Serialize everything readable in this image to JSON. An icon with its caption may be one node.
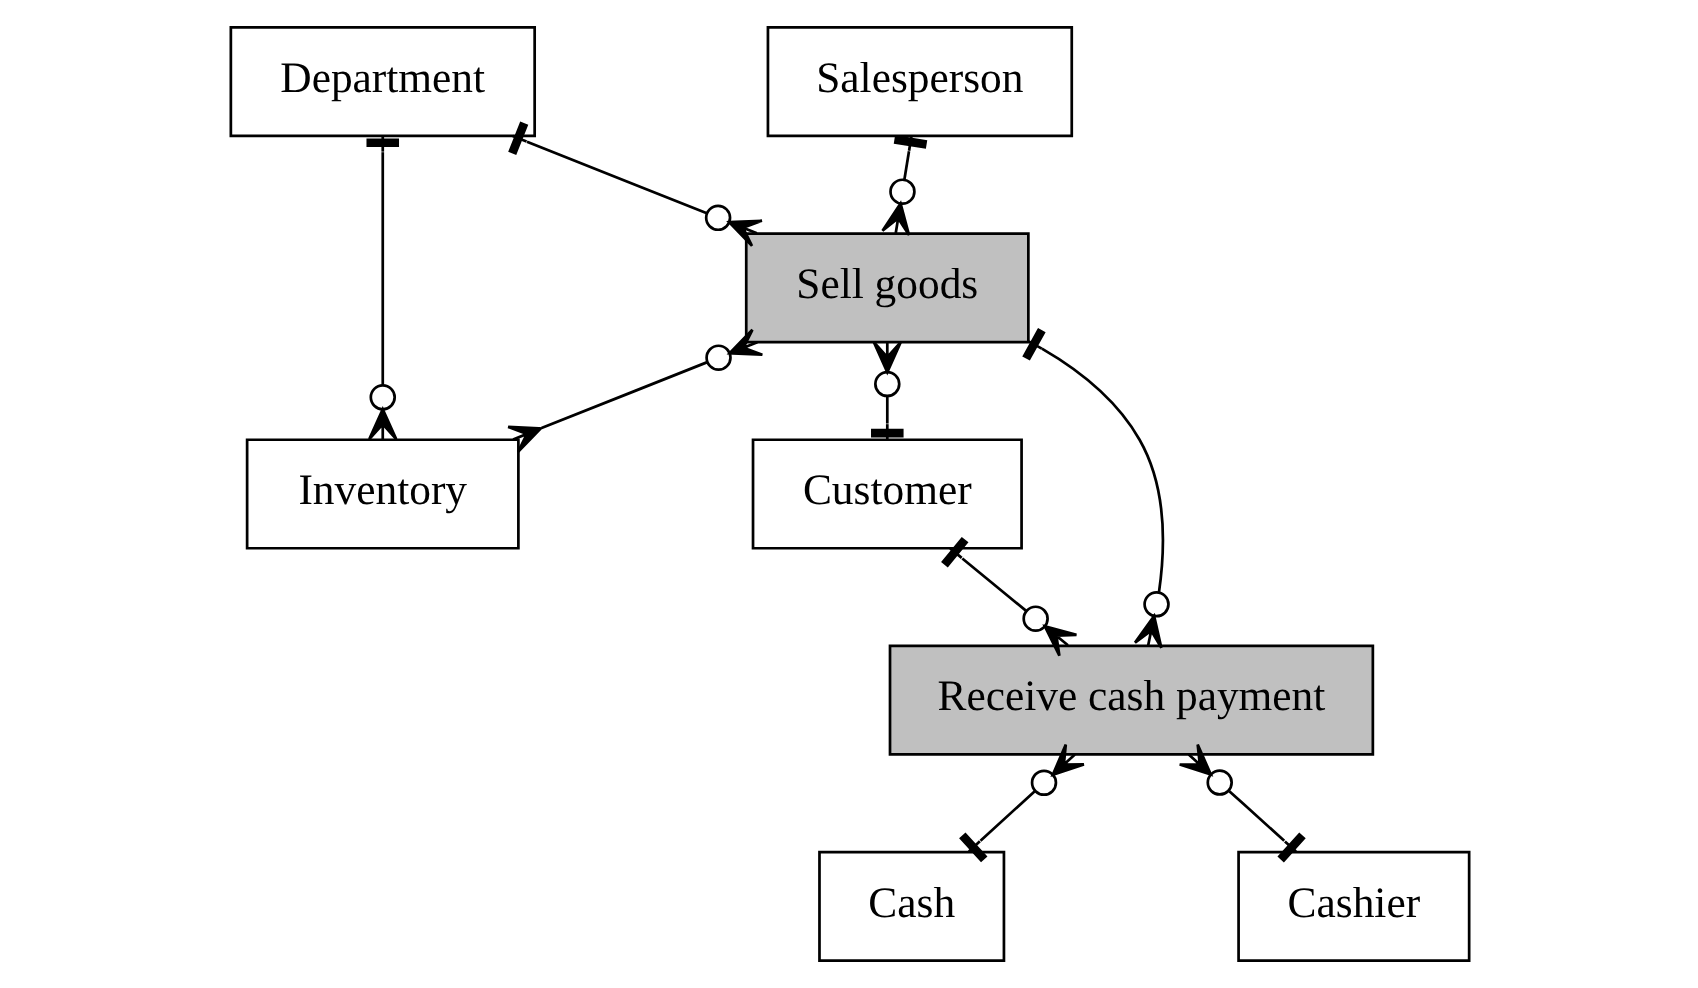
{
  "diagram": {
    "nodes": [
      {
        "text": [
          "Department"
        ]
      },
      {
        "text": [
          "Salesperson"
        ]
      },
      {
        "text": [
          "Sell goods"
        ]
      },
      {
        "text": [
          "Inventory"
        ]
      },
      {
        "text": [
          "Customer"
        ]
      },
      {
        "text": [
          "Receive cash payment"
        ]
      },
      {
        "text": [
          "Cash"
        ]
      },
      {
        "text": [
          "Cashier"
        ]
      }
    ],
    "edges": [
      {
        "from": 0,
        "to": 2,
        "arrow": "other"
      },
      {
        "from": 1,
        "to": 2,
        "arrow": "other"
      },
      {
        "from": 3,
        "to": 2,
        "arrow": "other"
      },
      {
        "from": 4,
        "to": 2,
        "arrow": "other"
      },
      {
        "from": 2,
        "to": 5,
        "arrow": "other"
      },
      {
        "from": 0,
        "to": 3,
        "arrow": "other"
      },
      {
        "from": 4,
        "to": 5,
        "arrow": "other"
      },
      {
        "from": 6,
        "to": 5,
        "arrow": "other"
      },
      {
        "from": 7,
        "to": 5,
        "arrow": "other"
      }
    ]
  }
}
